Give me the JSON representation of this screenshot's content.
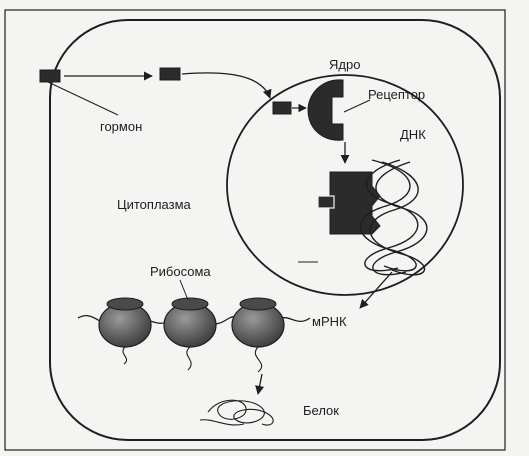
{
  "labels": {
    "hormone": "гормон",
    "nucleus": "Ядро",
    "receptor": "Рецептор",
    "dna": "ДНК",
    "cytoplasm": "Цитоплазма",
    "ribosome": "Рибосома",
    "mrna": "мРНК",
    "protein": "Белок"
  },
  "colors": {
    "background": "#f4f4f2",
    "ink": "#1e1e1e",
    "dark_fill": "#2b2b2b",
    "ribosome_fill": "#6d6d6d"
  }
}
